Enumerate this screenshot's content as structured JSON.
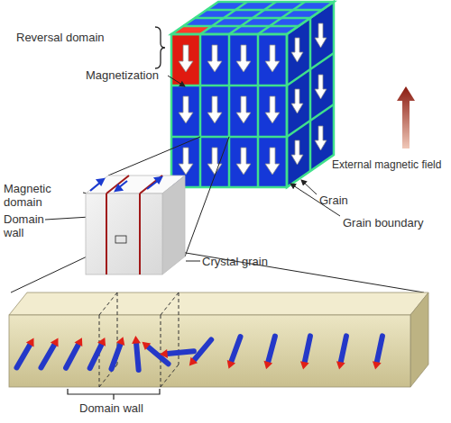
{
  "diagram": {
    "labels": [
      "Reversal domain",
      "Magnetization",
      "External magnetic field",
      "Grain",
      "Grain boundary",
      "Magnetic domain",
      "Domain wall",
      "Crystal grain",
      "Domain wall"
    ]
  }
}
